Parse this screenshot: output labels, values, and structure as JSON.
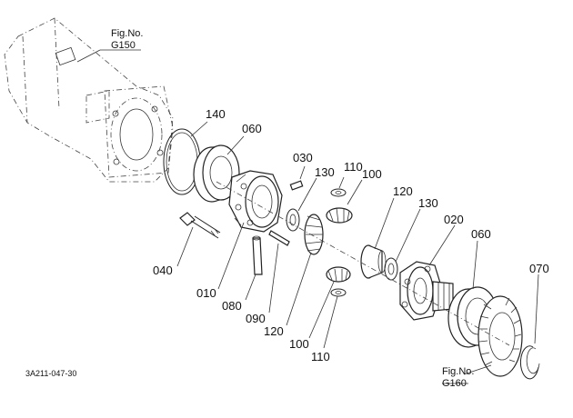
{
  "figure_code": "3A211-047-30",
  "references": [
    {
      "id": "ref-g150",
      "line1": "Fig.No.",
      "line2": "G150"
    },
    {
      "id": "ref-g160",
      "line1": "Fig.No.",
      "line2": "G160"
    }
  ],
  "part_labels": [
    {
      "id": "p140",
      "text": "140"
    },
    {
      "id": "p060a",
      "text": "060"
    },
    {
      "id": "p030",
      "text": "030"
    },
    {
      "id": "p130a",
      "text": "130"
    },
    {
      "id": "p110a",
      "text": "110"
    },
    {
      "id": "p100a",
      "text": "100"
    },
    {
      "id": "p120a",
      "text": "120"
    },
    {
      "id": "p130b",
      "text": "130"
    },
    {
      "id": "p020",
      "text": "020"
    },
    {
      "id": "p060b",
      "text": "060"
    },
    {
      "id": "p070",
      "text": "070"
    },
    {
      "id": "p040",
      "text": "040"
    },
    {
      "id": "p010",
      "text": "010"
    },
    {
      "id": "p080",
      "text": "080"
    },
    {
      "id": "p090",
      "text": "090"
    },
    {
      "id": "p120b",
      "text": "120"
    },
    {
      "id": "p100b",
      "text": "100"
    },
    {
      "id": "p110b",
      "text": "110"
    }
  ]
}
